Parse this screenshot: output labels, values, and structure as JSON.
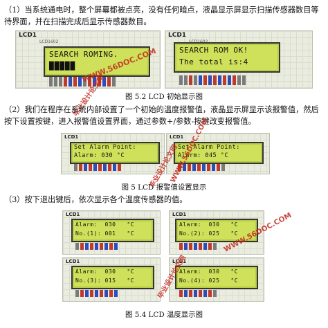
{
  "paragraphs": [
    "（1）当系统通电时，整个屏幕都被点亮，没有任何暗点，液晶显示屏显示扫描传感器数目等待界面，并在扫描完成后显示传感器数目。",
    "（2）我们在程序在系统内部设置了一个初始的温度报警值，液晶显示屏显示该报警值，然后按下设置按键，进入报警值设置界面，通过参数+/参数-按键改变报警值。",
    "（3）按下退出键后，依次显示各个温度传感器的值。"
  ],
  "captions": {
    "fig52": "图 5.2 LCD 初始显示图",
    "fig5x": "图 5 LCD 报警值设置显示",
    "fig54": "图 5.4 LCD 温度显示图"
  },
  "lcd_label": "LCD1",
  "lcd_model": "LCD1602",
  "screens": {
    "s1": {
      "l1": "SEARCH ROMING.",
      "l2": "█████"
    },
    "s2": {
      "l1": "SEARCH ROM OK!",
      "l2": "The total is:4"
    },
    "s3": {
      "l1": "Set Alarm Point:",
      "l2": "Alarm: 030 °C"
    },
    "s4": {
      "l1": "Set Alarm Point:",
      "l2": "Alarm: 045 °C"
    },
    "s5": {
      "l1": "Alarm:  030   °C",
      "l2": "No.(1): 001   °C"
    },
    "s6": {
      "l1": "Alarm:  030   °C",
      "l2": "No.(2): 025   °C"
    },
    "s7": {
      "l1": "Alarm:  030   °C",
      "l2": "No.(3): 015   °C"
    },
    "s8": {
      "l1": "Alarm:  030   °C",
      "l2": "No.(4): 025   °C"
    }
  },
  "watermarks": {
    "url": "WWW.56DOC.COM",
    "cn": "毕业设计论文网"
  },
  "colors": {
    "lcd_screen": "#cfe15a",
    "watermark": "#c2291f"
  }
}
